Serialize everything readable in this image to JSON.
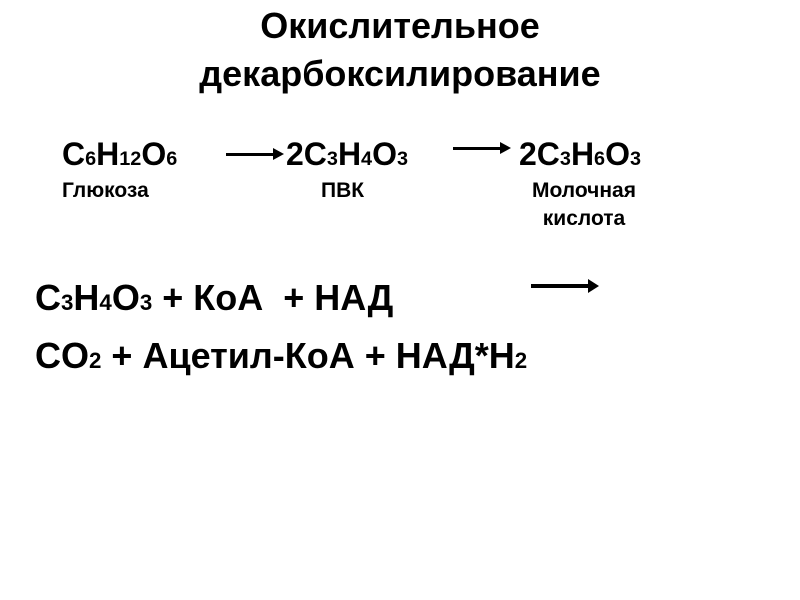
{
  "slide": {
    "title_line1": "Окислительное",
    "title_line2": "декарбоксилирование",
    "glycolysis": {
      "glucose": {
        "parts": [
          "C",
          "6",
          "H",
          "12",
          "O",
          "6"
        ],
        "label": "Глюкоза"
      },
      "pvk": {
        "coef": "2",
        "parts": [
          "C",
          "3",
          "H",
          "4",
          "O",
          "3"
        ],
        "label": "ПВК"
      },
      "lactic": {
        "coef": "2",
        "parts": [
          "C",
          "3",
          "H",
          "6",
          "O",
          "3"
        ],
        "label_line1": "Молочная",
        "label_line2": "кислота"
      }
    },
    "reaction": {
      "reactants": {
        "parts": [
          "C",
          "3",
          "H",
          "4",
          "O",
          "3"
        ],
        "rest": " + КоА  + НАД"
      },
      "products": {
        "co2": [
          "CO",
          "2"
        ],
        "mid": " + Ацетил-КоА + НАД*Н",
        "h_sub": "2"
      }
    },
    "arrow_icon": "right-arrow-icon"
  }
}
